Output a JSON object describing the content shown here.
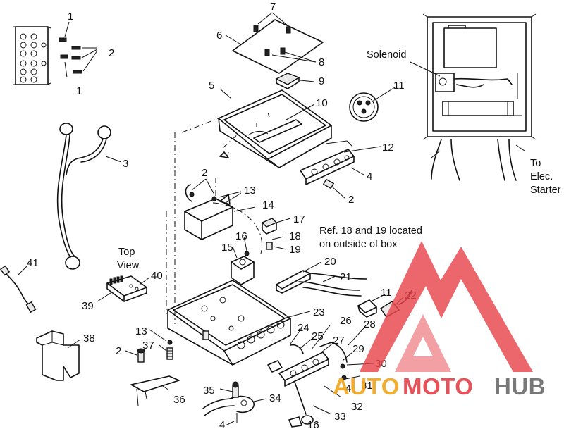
{
  "colors": {
    "line": "#111111",
    "watermark_red": "#e8434a",
    "watermark_orange": "#f1a51e",
    "watermark_gray": "#6d6d6d"
  },
  "callouts": [
    {
      "id": "c1a",
      "label": "1"
    },
    {
      "id": "c1b",
      "label": "1"
    },
    {
      "id": "c2a",
      "label": "2"
    },
    {
      "id": "c2b",
      "label": "2"
    },
    {
      "id": "c2c",
      "label": "2"
    },
    {
      "id": "c2d",
      "label": "2"
    },
    {
      "id": "c3",
      "label": "3"
    },
    {
      "id": "c4a",
      "label": "4"
    },
    {
      "id": "c4b",
      "label": "4"
    },
    {
      "id": "c4c",
      "label": "4"
    },
    {
      "id": "c5",
      "label": "5"
    },
    {
      "id": "c6",
      "label": "6"
    },
    {
      "id": "c7",
      "label": "7"
    },
    {
      "id": "c8",
      "label": "8"
    },
    {
      "id": "c9",
      "label": "9"
    },
    {
      "id": "c10",
      "label": "10"
    },
    {
      "id": "c11a",
      "label": "11"
    },
    {
      "id": "c11b",
      "label": "11"
    },
    {
      "id": "c12",
      "label": "12"
    },
    {
      "id": "c13a",
      "label": "13"
    },
    {
      "id": "c13b",
      "label": "13"
    },
    {
      "id": "c14",
      "label": "14"
    },
    {
      "id": "c15",
      "label": "15"
    },
    {
      "id": "c16a",
      "label": "16"
    },
    {
      "id": "c16b",
      "label": "16"
    },
    {
      "id": "c17",
      "label": "17"
    },
    {
      "id": "c18",
      "label": "18"
    },
    {
      "id": "c19",
      "label": "19"
    },
    {
      "id": "c20",
      "label": "20"
    },
    {
      "id": "c21",
      "label": "21"
    },
    {
      "id": "c22",
      "label": "22"
    },
    {
      "id": "c23",
      "label": "23"
    },
    {
      "id": "c24",
      "label": "24"
    },
    {
      "id": "c25",
      "label": "25"
    },
    {
      "id": "c26",
      "label": "26"
    },
    {
      "id": "c27",
      "label": "27"
    },
    {
      "id": "c28",
      "label": "28"
    },
    {
      "id": "c29",
      "label": "29"
    },
    {
      "id": "c30",
      "label": "30"
    },
    {
      "id": "c31",
      "label": "31"
    },
    {
      "id": "c32",
      "label": "32"
    },
    {
      "id": "c33",
      "label": "33"
    },
    {
      "id": "c34",
      "label": "34"
    },
    {
      "id": "c35",
      "label": "35"
    },
    {
      "id": "c36",
      "label": "36"
    },
    {
      "id": "c37",
      "label": "37"
    },
    {
      "id": "c38",
      "label": "38"
    },
    {
      "id": "c39",
      "label": "39"
    },
    {
      "id": "c40",
      "label": "40"
    },
    {
      "id": "c41",
      "label": "41"
    }
  ],
  "labels": {
    "solenoid": "Solenoid",
    "to_elec_starter": [
      "To",
      "Elec.",
      "Starter"
    ],
    "top_view": [
      "Top",
      "View"
    ],
    "ref_note": [
      "Ref. 18 and 19 located",
      "on outside of box"
    ]
  },
  "watermark": {
    "auto": "AUTO",
    "moto": "MOTO",
    "hub": "HUB"
  }
}
